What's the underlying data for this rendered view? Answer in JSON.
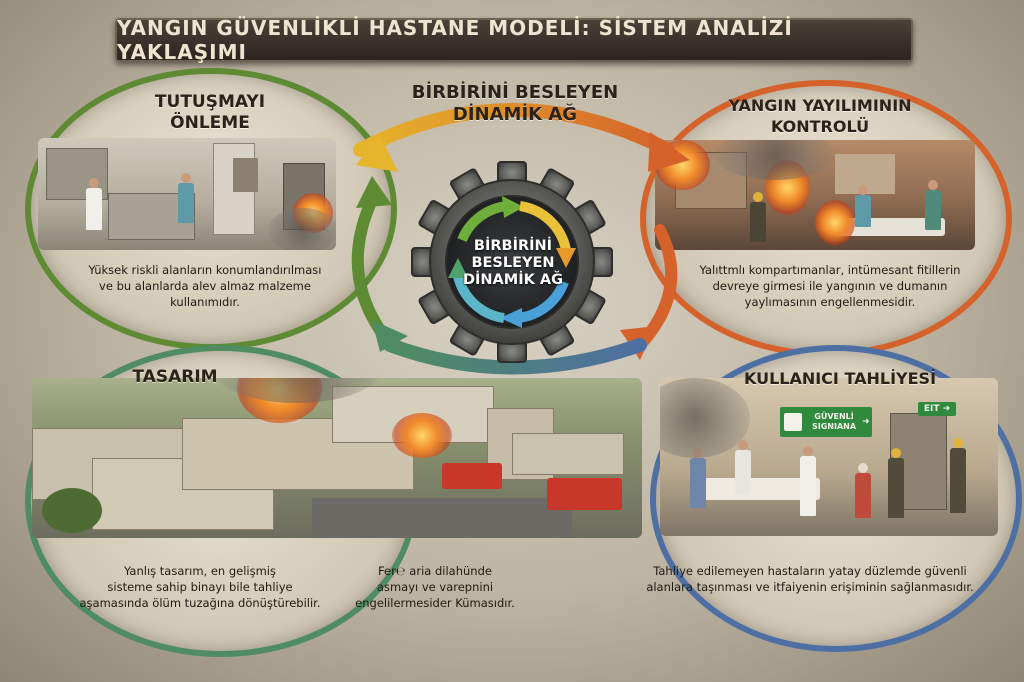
{
  "title": "YANGIN GÜVENLİKLİ HASTANE MODELİ: SİSTEM ANALİZİ YAKLAŞIMI",
  "center": {
    "heading_line1": "BİRBİRİNİ BESLEYEN",
    "heading_line2": "DİNAMİK AĞ",
    "gear_line1": "BİRBİRİNİ",
    "gear_line2": "BESLEYEN",
    "gear_line3": "DİNAMİK AĞ"
  },
  "sections": {
    "ignition": {
      "title_line1": "TUTUŞMAYI",
      "title_line2": "ÖNLEME",
      "desc_line1": "Yüksek riskli alanların konumlandırılması",
      "desc_line2": "ve bu  alanlarda alev almaz malzeme",
      "desc_line3": "kullanımıdır."
    },
    "spread": {
      "title_line1": "YANGIN YAYILIMININ",
      "title_line2": "KONTROLÜ",
      "desc_line1": "Yalıttmlı kompartımanlar, intümesant fitillerin",
      "desc_line2": "devreye girmesi ile yangının ve dumanın",
      "desc_line3": "yaylımasının engellenmesidir."
    },
    "design": {
      "title": "TASARIM",
      "desc_line1": "Yanlış tasarım,  en gelişmiş",
      "desc_line2": "sisteme sahip binayı bile tahliye",
      "desc_line3": "aşamasında ölüm tuzağına dönüştürebilir.",
      "desc2_line1": "Fer℮ aria dilahünde",
      "desc2_line2": "asmayı  ve varepnini",
      "desc2_line3": "engelilermesider Kümasıdır."
    },
    "evacuation": {
      "title": "KULLANICI TAHLİYESİ",
      "desc_line1": "Tahliye edilemeyen hastaların yatay düzlemde güvenli",
      "desc_line2": "alanlara taşınması ve itfaiyenin erişiminin sağlanmasıdır."
    }
  },
  "signs": {
    "exit": "EIT",
    "guide_line1": "GÜVENLİ",
    "guide_line2": "SIGNIANA"
  },
  "colors": {
    "green": "#5d8a32",
    "yellow": "#e6b52b",
    "orange": "#d4622a",
    "blue": "#4e6fa3",
    "teal": "#4f8c61"
  }
}
